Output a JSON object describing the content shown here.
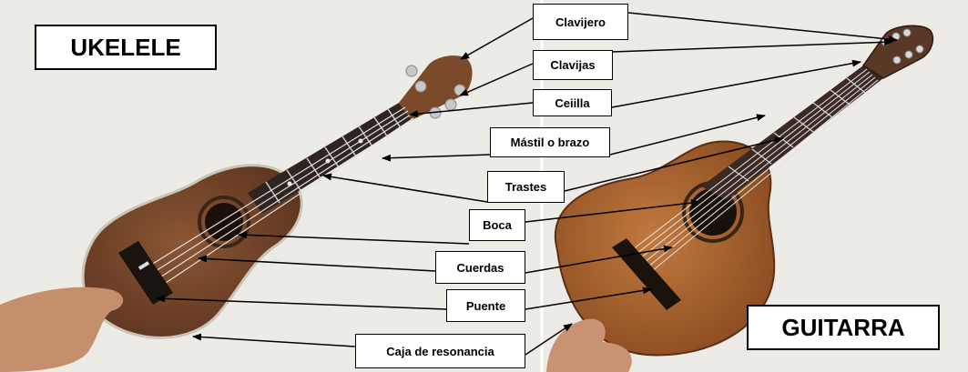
{
  "titles": {
    "ukulele": "UKELELE",
    "guitar": "GUITARRA"
  },
  "labels": {
    "clavijero": "Clavijero",
    "clavijas": "Clavijas",
    "cejilla": "Ceiilla",
    "mastil": "Mástil o brazo",
    "trastes": "Trastes",
    "boca": "Boca",
    "cuerdas": "Cuerdas",
    "puente": "Puente",
    "caja": "Caja de resonancia"
  },
  "colors": {
    "wall": "#ecebe6",
    "ukulele_body": "#7a4a2c",
    "guitar_body": "#a5612e",
    "fretboard": "#3a2a22",
    "arrow": "#000000",
    "label_bg": "#ffffff"
  }
}
